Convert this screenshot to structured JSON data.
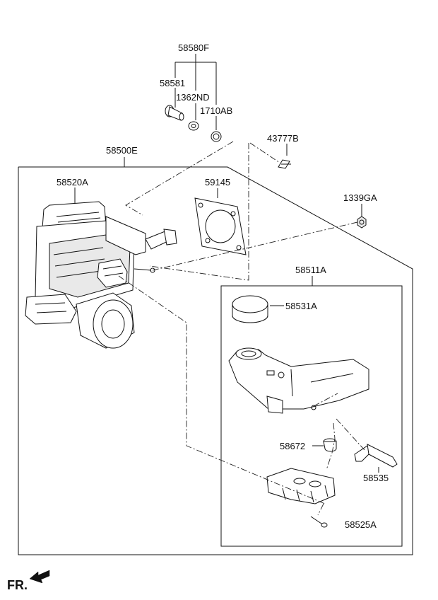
{
  "labels": {
    "kit": "58580F",
    "pin": "58581",
    "washer": "1362ND",
    "oring": "1710AB",
    "clip": "43777B",
    "booster_assy": "58500E",
    "hcu": "58520A",
    "gasket": "59145",
    "nut": "1339GA",
    "master_cyl": "58511A",
    "cap": "58531A",
    "grommet": "58672",
    "sensor": "58535",
    "bracket": "58525A"
  },
  "direction": {
    "text": "FR.",
    "icon": "arrow-left-icon"
  }
}
